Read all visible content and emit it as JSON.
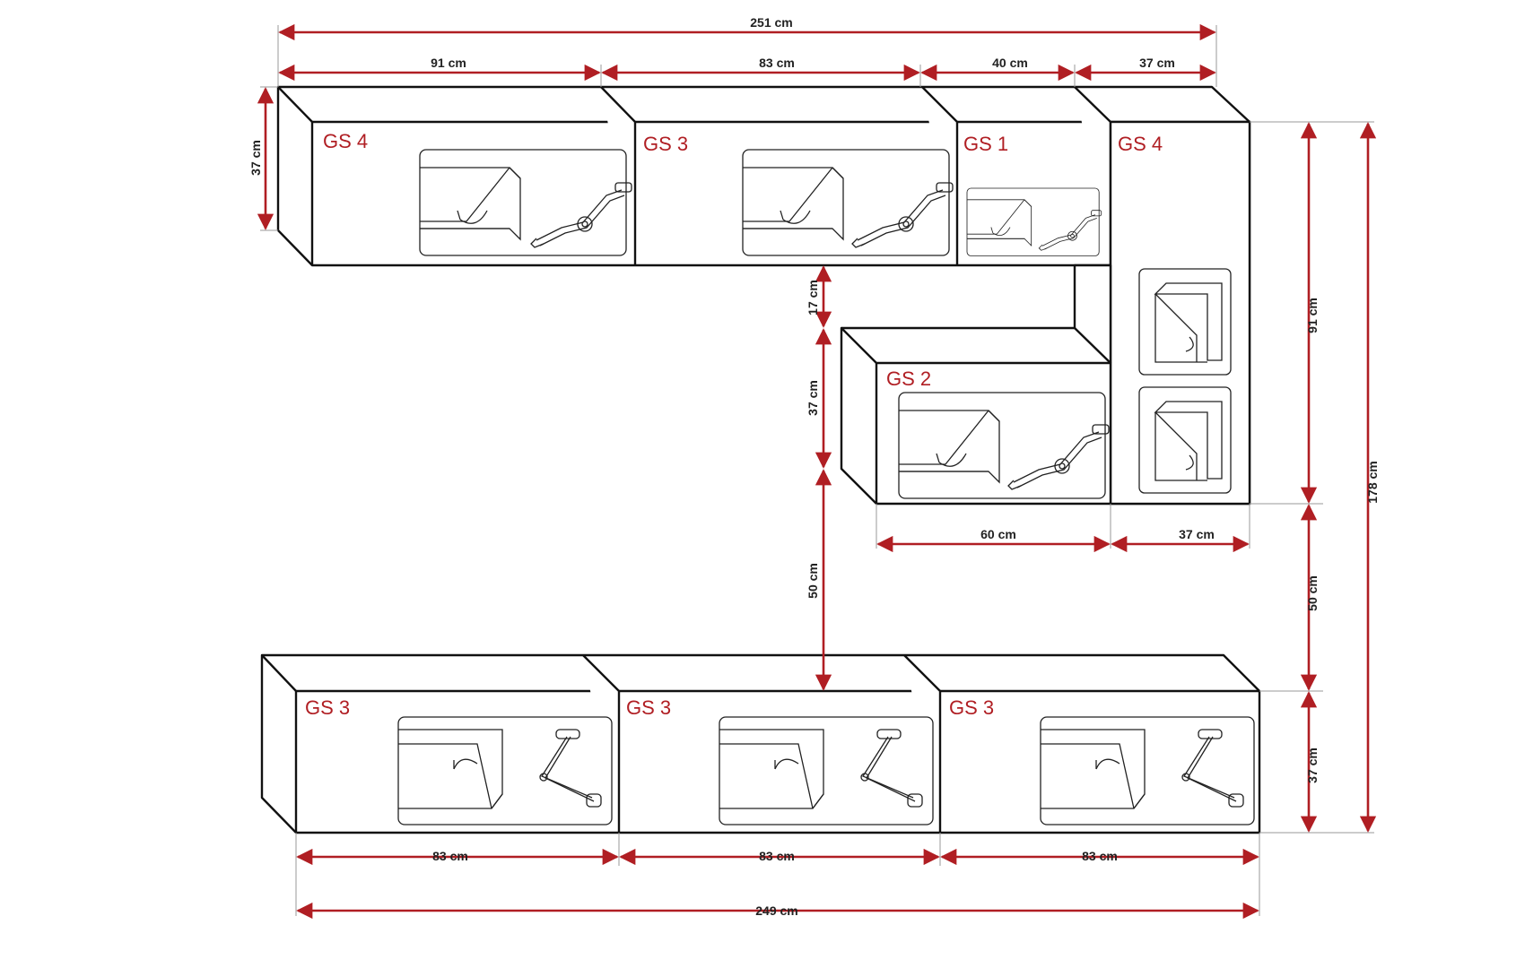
{
  "colors": {
    "dimension": "#b01e23",
    "outline": "#111111",
    "background": "#ffffff"
  },
  "cabinets": {
    "top_1": "GS 4",
    "top_2": "GS 3",
    "top_3": "GS 1",
    "tall": "GS 4",
    "mid": "GS 2",
    "bottom_1": "GS 3",
    "bottom_2": "GS 3",
    "bottom_3": "GS 3"
  },
  "dimensions": {
    "top_total_width": "251 cm",
    "top_seg_1": "91 cm",
    "top_seg_2": "83 cm",
    "top_seg_3": "40 cm",
    "top_seg_4": "37 cm",
    "top_left_depth": "37 cm",
    "gap_top_mid": "17 cm",
    "mid_height": "37 cm",
    "gap_mid_bottom": "50 cm",
    "mid_width": "60 cm",
    "tall_width": "37 cm",
    "tall_height": "91 cm",
    "right_gap": "50 cm",
    "bottom_height": "37 cm",
    "total_height": "178 cm",
    "bottom_seg_1": "83 cm",
    "bottom_seg_2": "83 cm",
    "bottom_seg_3": "83 cm",
    "bottom_total_width": "249 cm"
  },
  "icons": [
    "lift-up-door-icon",
    "flap-hinge-icon",
    "side-door-icon",
    "bottom-flap-icon",
    "stay-arm-icon"
  ]
}
